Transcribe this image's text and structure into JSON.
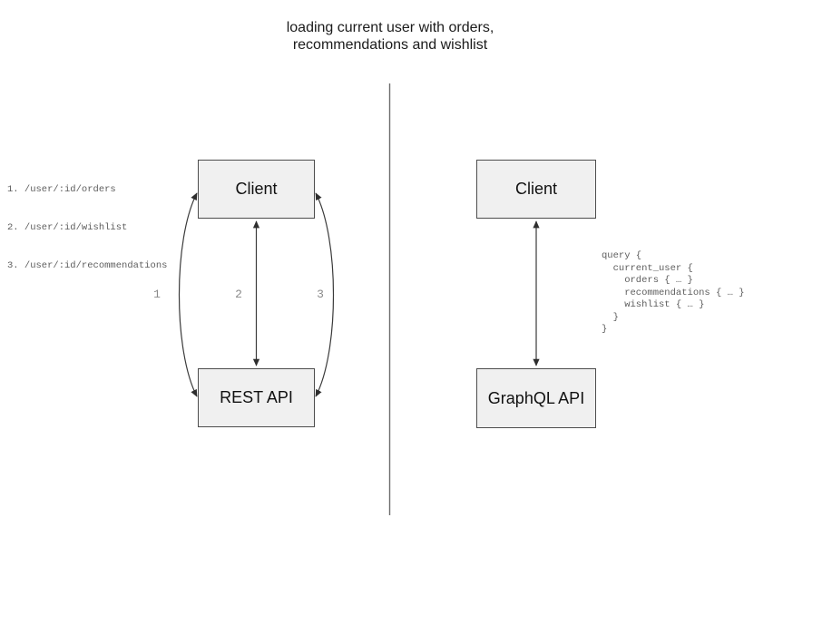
{
  "title": {
    "line1": "loading current user with orders,",
    "line2": "recommendations and wishlist"
  },
  "rest_panel": {
    "endpoints": [
      "1. /user/:id/orders",
      "2. /user/:id/wishlist",
      "3. /user/:id/recommendations"
    ],
    "client_label": "Client",
    "api_label": "REST API",
    "arrow_labels": [
      "1",
      "2",
      "3"
    ]
  },
  "graphql_panel": {
    "client_label": "Client",
    "api_label": "GraphQL API",
    "query": "query {\n  current_user {\n    orders { … }\n    recommendations { … }\n    wishlist { … }\n  }\n}"
  },
  "colors": {
    "box_fill": "#f0f0f0",
    "box_border": "#4d4d4d",
    "arrow": "#3a3a3a",
    "divider": "#6e6e6e",
    "muted_code_text": "#5e5e5e",
    "arrow_number_gray": "#8a8a8a",
    "title_text": "#1b1b1b"
  }
}
